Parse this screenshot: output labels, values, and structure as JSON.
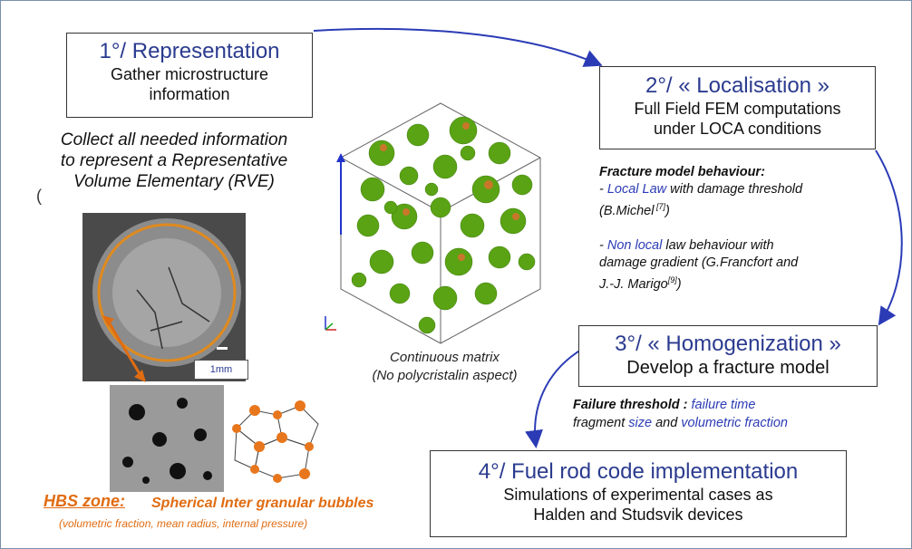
{
  "step1": {
    "title": "1°/ Representation",
    "line1": "Gather microstructure",
    "line2": "information"
  },
  "collect": {
    "line1": "Collect all needed information",
    "line2": "to represent a Representative",
    "line3": "Volume Elementary (RVE)"
  },
  "stray_char": "(",
  "scale_label": "1mm",
  "hbs": {
    "label": "HBS zone:",
    "bubbles": "Spherical Inter granular bubbles",
    "params": "(volumetric fraction, mean radius, internal pressure)"
  },
  "render_caption": {
    "line1": "Continuous matrix",
    "line2": "(No polycristalin aspect)"
  },
  "step2": {
    "title": "2°/ « Localisation »",
    "line1": "Full Field FEM computations",
    "line2": "under LOCA conditions"
  },
  "fracture": {
    "heading": "Fracture model behaviour:",
    "b1_prefix": "- ",
    "b1_link": "Local Law",
    "b1_rest": " with damage threshold",
    "b1_cite": "(B.Michel",
    "b1_ref": " [7]",
    "b1_close": ")",
    "b2_prefix": "- ",
    "b2_link": "Non local",
    "b2_rest": " law behaviour with",
    "b2_line2": "damage gradient (G.Francfort and",
    "b2_line3": "J.-J. Marigo",
    "b2_ref": "[9]",
    "b2_close": ")"
  },
  "step3": {
    "title": "3°/ « Homogenization »",
    "line1": "Develop a fracture model"
  },
  "failure": {
    "label": "Failure threshold :",
    "t1": " failure time",
    "t2": "fragment ",
    "t3": "size",
    "t4": " and ",
    "t5": "volumetric fraction"
  },
  "step4": {
    "title": "4°/ Fuel rod code implementation",
    "line1": "Simulations of experimental cases as",
    "line2": "Halden and Studsvik devices"
  },
  "colors": {
    "title_blue": "#2b3b8f",
    "highlight_blue": "#2b3bb5",
    "orange": "#e06c12",
    "bubble_green": "#5aa314"
  }
}
